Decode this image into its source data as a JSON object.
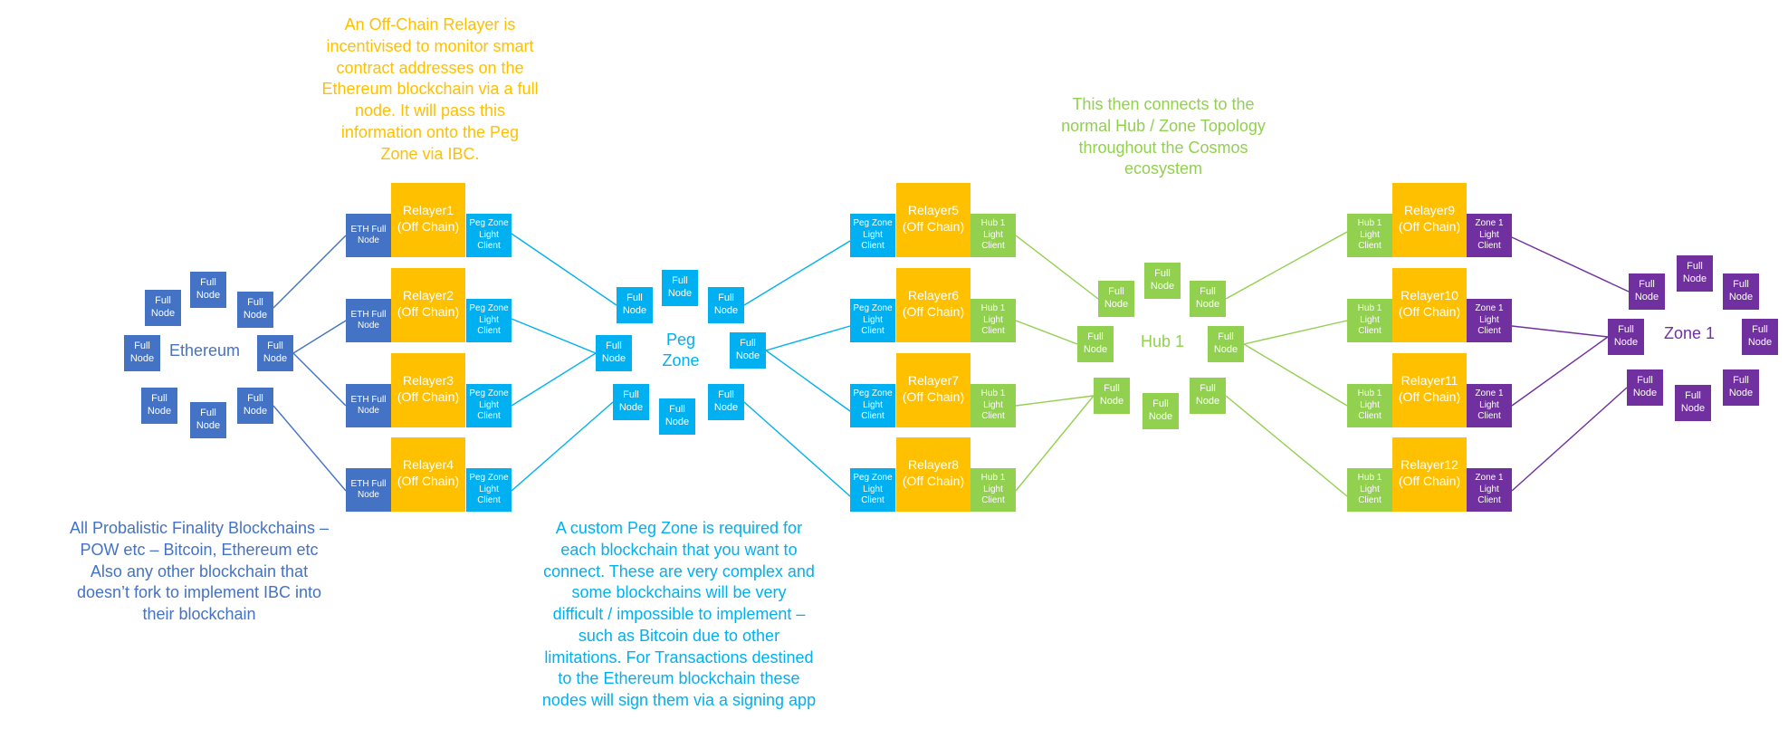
{
  "colors": {
    "eth": "#4472c4",
    "peg": "#00b0f0",
    "hub": "#92d050",
    "zone": "#7030a0",
    "relayer": "#ffc000"
  },
  "labels": {
    "ethereum": "Ethereum",
    "peg_zone": "Peg\nZone",
    "hub_1": "Hub 1",
    "zone_1": "Zone 1",
    "full_node": "Full\nNode",
    "eth_full_node": "ETH Full\nNode",
    "peg_zone_light_client": "Peg Zone\nLight\nClient",
    "hub1_light_client": "Hub 1\nLight\nClient",
    "zone1_light_client": "Zone 1\nLight\nClient",
    "off_chain": "(Off Chain)",
    "relayers": [
      "Relayer1",
      "Relayer2",
      "Relayer3",
      "Relayer4",
      "Relayer5",
      "Relayer6",
      "Relayer7",
      "Relayer8",
      "Relayer9",
      "Relayer10",
      "Relayer11",
      "Relayer12"
    ]
  },
  "annotations": {
    "relayer_note": "An Off-Chain Relayer is\nincentivised to monitor smart\ncontract addresses on the\nEthereum blockchain via a full\nnode. It will pass this\ninformation onto the Peg\nZone via IBC.",
    "hub_note": "This then connects to the\nnormal Hub / Zone Topology\nthroughout the Cosmos\necosystem",
    "eth_note": "All Probalistic Finality Blockchains –\nPOW etc – Bitcoin, Ethereum etc\nAlso any other blockchain that\ndoesn’t fork to implement IBC into\ntheir blockchain",
    "peg_note": "A custom Peg Zone is required for\neach blockchain that you want to\nconnect. These are very complex and\nsome blockchains will be very\ndifficult / impossible to implement –\nsuch as Bitcoin due to other\nlimitations. For Transactions destined\nto the Ethereum blockchain these\nnodes will sign them via a signing app"
  }
}
